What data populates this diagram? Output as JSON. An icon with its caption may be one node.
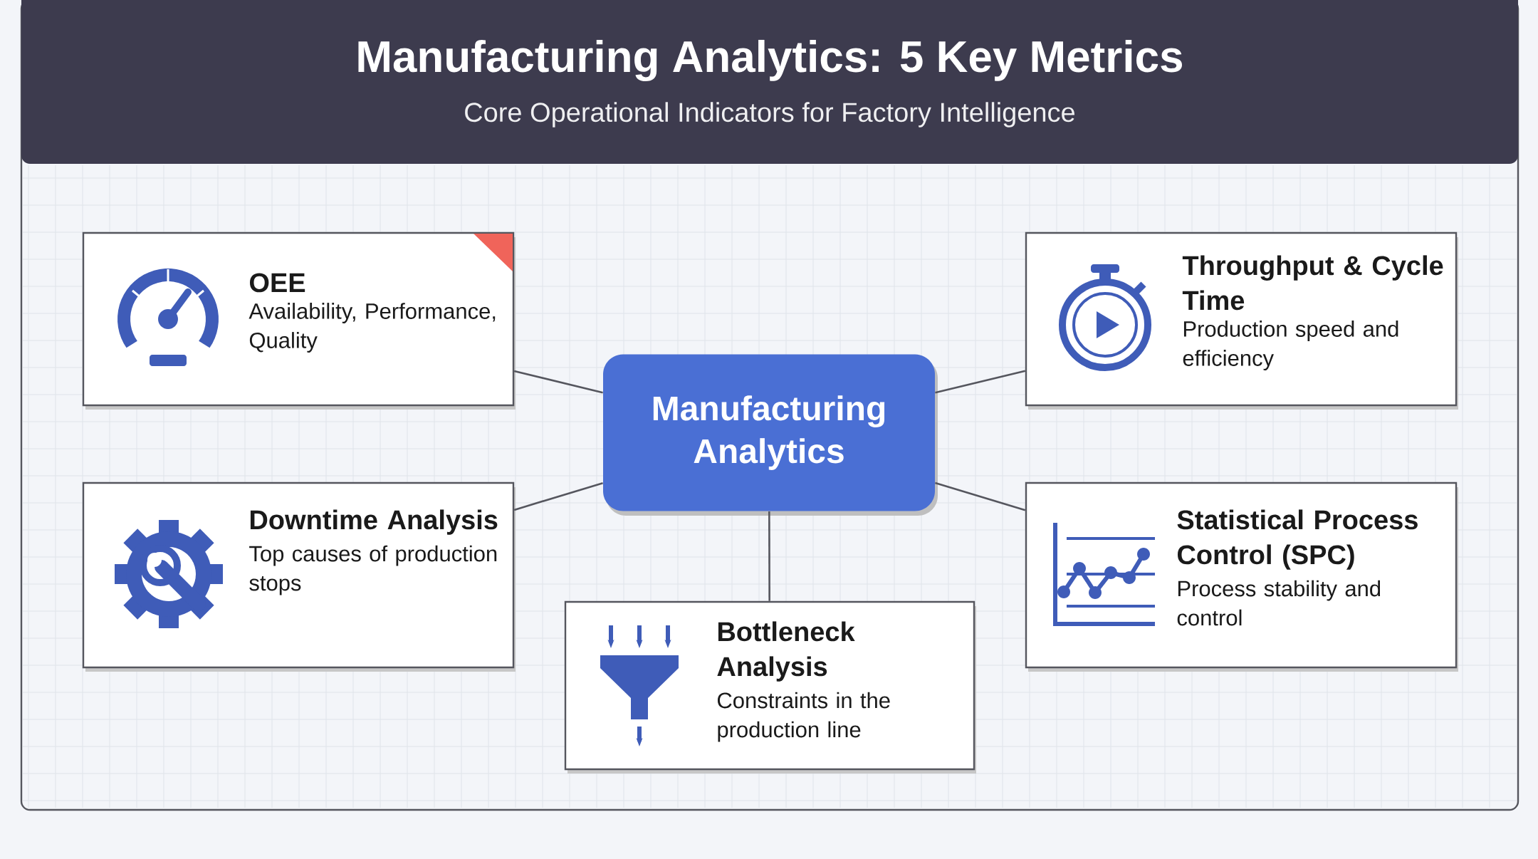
{
  "diagram": {
    "title": "Manufacturing Analytics: 5 Key Metrics",
    "caption": "Core Operational Indicators for Factory Intelligence",
    "nodes": [
      {
        "text": [
          "OEE",
          "Availability, Performance, Quality"
        ]
      },
      {
        "text": [
          "Throughput & Cycle Time",
          "Production speed and efficiency"
        ]
      },
      {
        "text": [
          "Manufacturing Analytics"
        ]
      },
      {
        "text": [
          "Downtime Analysis",
          "Top causes of production stops"
        ]
      },
      {
        "text": [
          "Statistical Process Control (SPC)",
          "Process stability and control"
        ]
      },
      {
        "text": [
          "Bottleneck Analysis",
          "Constraints in the production line"
        ]
      }
    ],
    "edges": [
      {
        "from": 2,
        "to": 0,
        "arrow": "none"
      },
      {
        "from": 2,
        "to": 1,
        "arrow": "none"
      },
      {
        "from": 2,
        "to": 3,
        "arrow": "none"
      },
      {
        "from": 2,
        "to": 4,
        "arrow": "none"
      },
      {
        "from": 2,
        "to": 5,
        "arrow": "none"
      }
    ]
  }
}
